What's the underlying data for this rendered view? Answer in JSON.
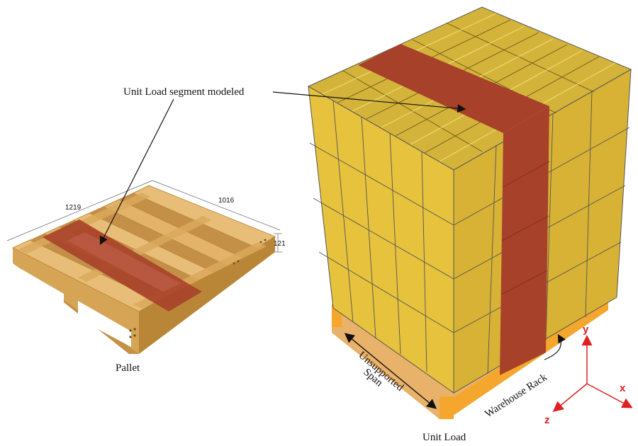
{
  "labels": {
    "segment_callout": "Unit Load segment modeled",
    "pallet": "Pallet",
    "unit_load": "Unit Load",
    "unsupported_span": [
      "Unsupported",
      "Span"
    ],
    "warehouse_rack": "Warehouse Rack"
  },
  "dimensions": {
    "length": "1219",
    "width": "1016",
    "height": "121"
  },
  "axes": {
    "x": "x",
    "y": "y",
    "z": "z"
  },
  "colors": {
    "box_top": "#d4b33a",
    "box_front": "#e6c23d",
    "box_side": "#c9a72a",
    "strap": "#a8412a",
    "pallet_wood": "#e3b36a",
    "pallet_dark": "#b98638",
    "rack": "#f4a72c",
    "axis": "#e02020"
  }
}
